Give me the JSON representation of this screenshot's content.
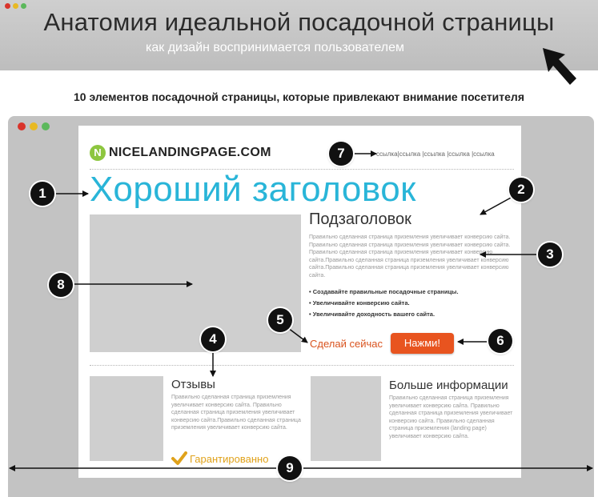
{
  "banner": {
    "title": "Анатомия идеальной посадочной страницы",
    "subtitle": "как дизайн воспринимается пользователем"
  },
  "intro": "10 элементов посадочной страницы, которые привлекают внимание посетителя",
  "page": {
    "logo_letter": "N",
    "logo_text": "NICELANDINGPAGE.COM",
    "nav_links": "ссылка|ссылка |ссылка |ссылка |ссылка",
    "headline": "Хороший заголовок",
    "subheadline": "Подзаголовок",
    "body_text": "Правильно сделанная страница приземления увеличивает конверсию сайта. Правильно сделанная страница приземления увеличивает конверсию сайта. Правильно сделанная страница приземления увеличивает конверсию сайта.Правильно сделанная страница приземления увеличивает конверсию сайта.Правильно сделанная страница приземления увеличивает конверсию сайта.",
    "bullets": [
      "• Создавайте правильные посадочные страницы.",
      "• Увеличивайте конверсию сайта.",
      "• Увеличивайте доходность вашего сайта."
    ],
    "cta_text": "Сделай сейчас",
    "cta_button": "Нажми!",
    "reviews_title": "Отзывы",
    "reviews_text": "Правильно сделанная страница приземления увеличивает конверсию сайта. Правильно сделанная страница приземления увеличивает конверсию сайта.Правильно сделанная страница приземления увеличивает конверсию сайта.",
    "guarantee": "Гарантированно",
    "more_title": "Больше информации",
    "more_text": "Правильно сделанная страница приземления увеличивает конверсию сайта. Правильно сделанная страница приземления увеличивает конверсию сайта. Правильно сделанная страница приземления (landing page) увеличивает конверсию сайта."
  },
  "markers": [
    "1",
    "2",
    "3",
    "4",
    "5",
    "6",
    "7",
    "8",
    "9"
  ],
  "colors": {
    "headline": "#29b5d8",
    "cta": "#e8541f",
    "logo": "#8dc63f",
    "guarantee": "#e0a21b",
    "dot_red": "#d9342b",
    "dot_yellow": "#e8b923",
    "dot_green": "#5cb85c"
  }
}
